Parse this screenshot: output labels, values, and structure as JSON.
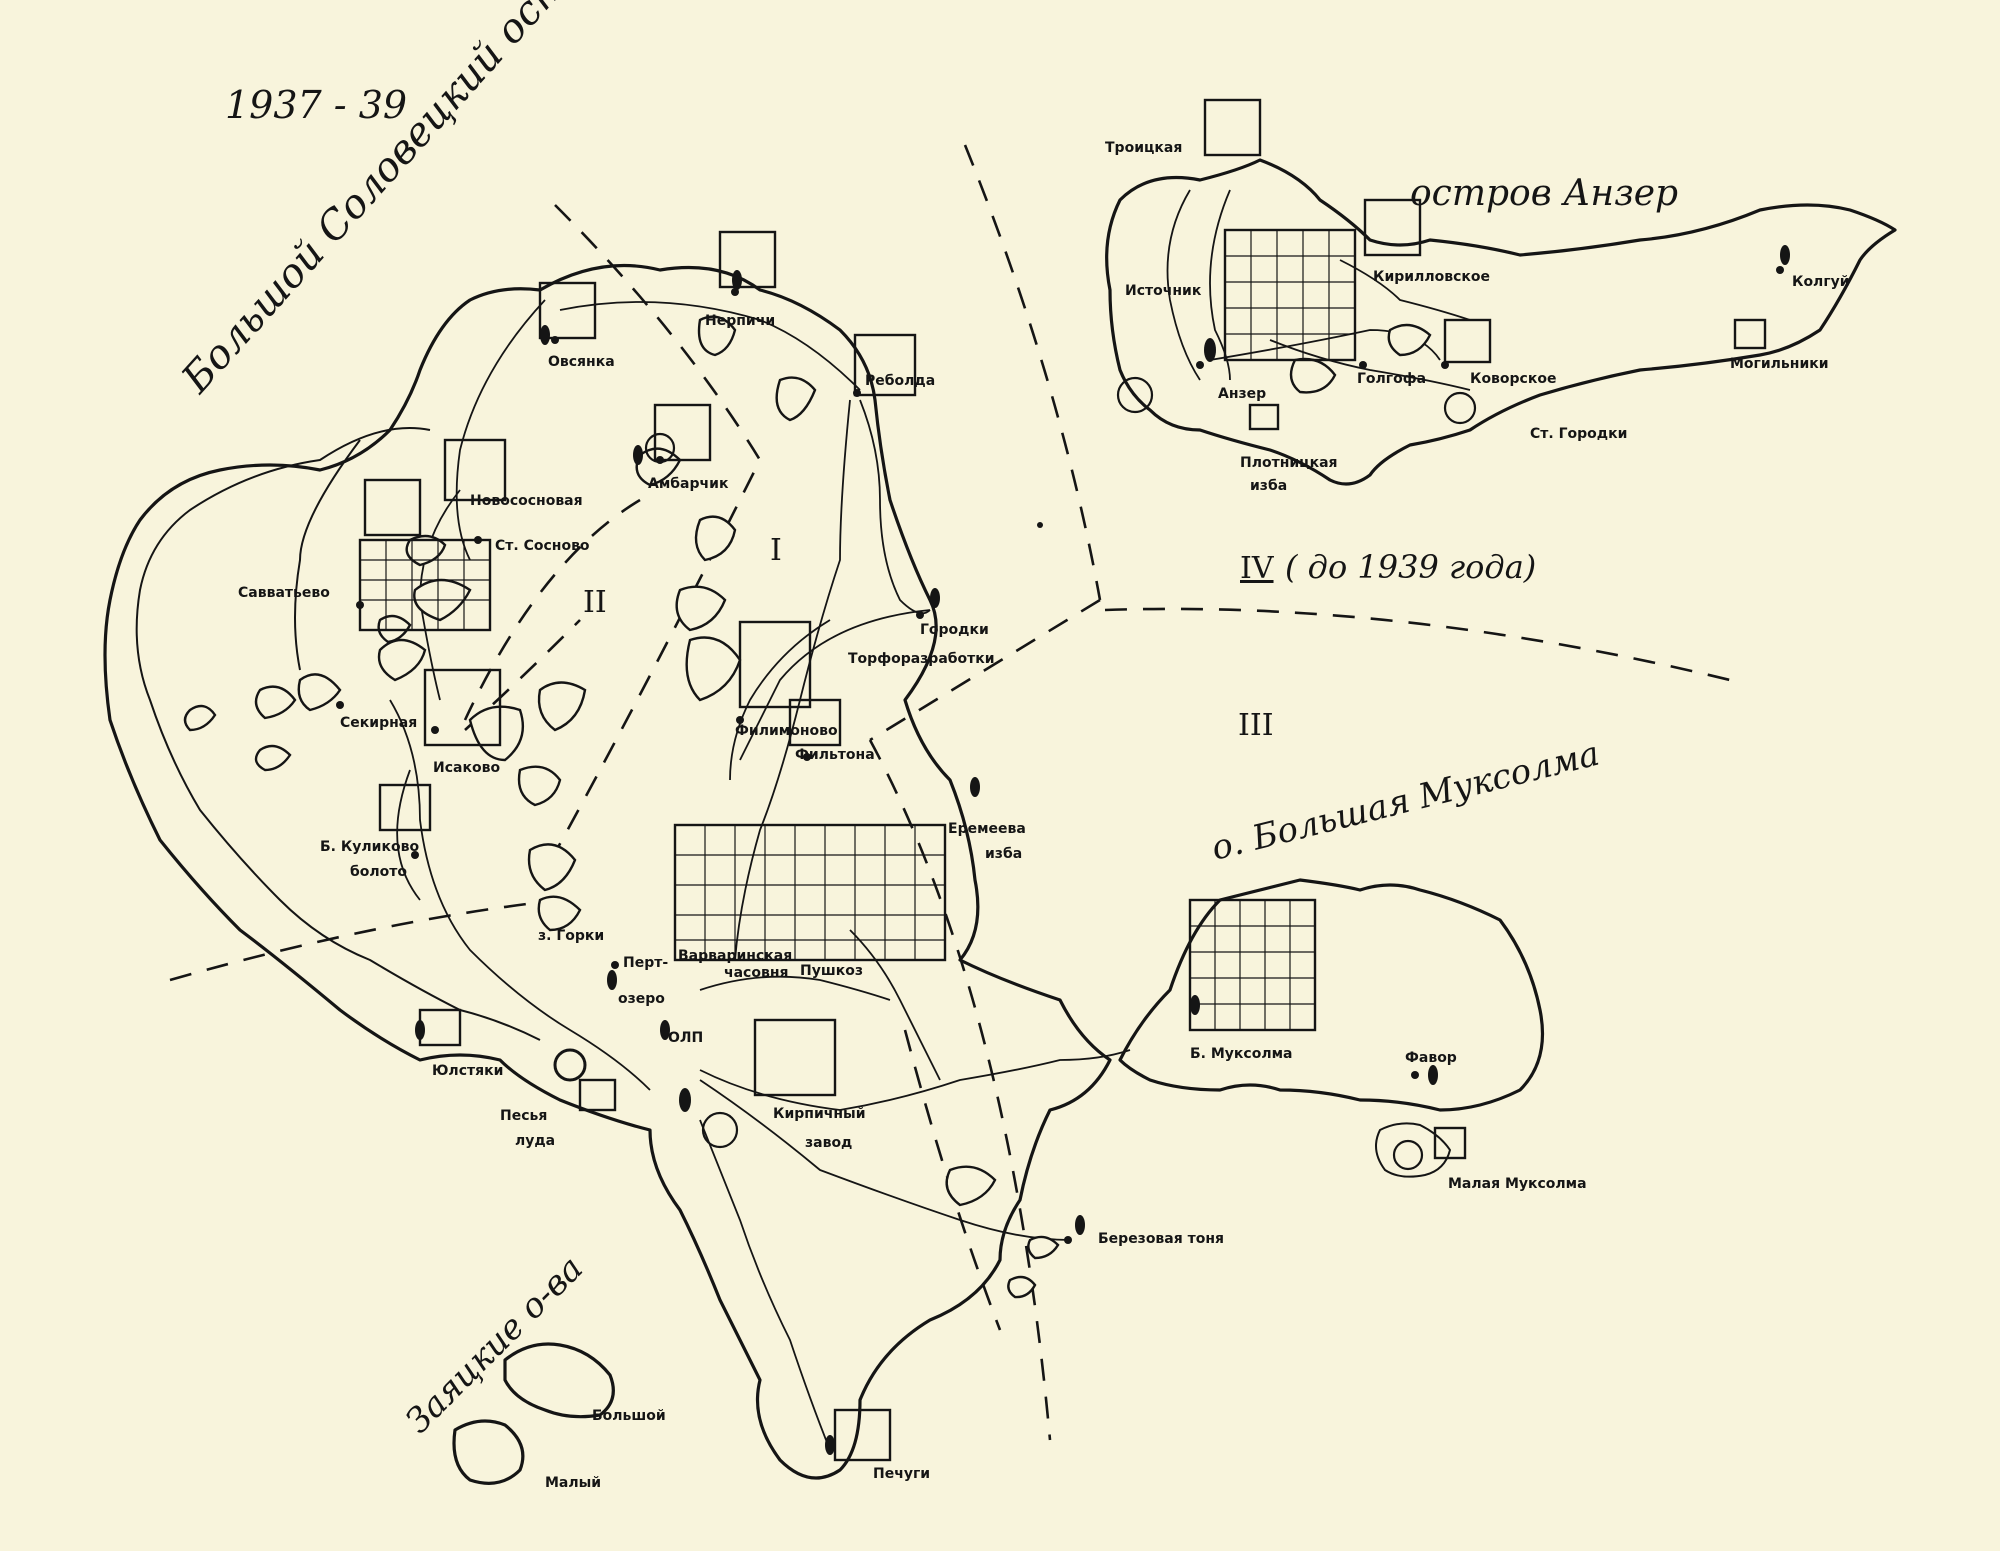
{
  "map": {
    "years": "1937 - 39",
    "islands": {
      "bolshoy_solovetsky": "Большой Соловецкий остров",
      "anzer": "остров Анзер",
      "bolshaya_muksolma": "о. Большая Муксолма",
      "zayatskie": "Заяцкие о-ва"
    },
    "zones": {
      "i": "I",
      "ii": "II",
      "iii": "III",
      "iv": "IV",
      "iv_note": "( до 1939 года)"
    },
    "places": {
      "ovsyanka": "Овсянка",
      "nerpichi": "Нерпичи",
      "rebolda": "Реболда",
      "ambarchik": "Амбарчик",
      "novososnovaya": "Новососновая",
      "st_sosnovo": "Ст. Сосново",
      "savvatyevo": "Савватьево",
      "sekirnaya": "Секирная",
      "isakovo": "Исаково",
      "b_kulikovo_l1": "Б. Куликово",
      "b_kulikovo_l2": "болото",
      "gorodki": "Городки",
      "torforazrabotki": "Торфоразработки",
      "filimonovo": "Филимоново",
      "filtonka": "Фильтона",
      "eremeeva_l1": "Еремеева",
      "eremeeva_l2": "изба",
      "z_gorki": "з. Горки",
      "pert_l1": "Перт-",
      "pert_l2": "озеро",
      "varvarinskaya_l1": "Варваринская",
      "varvarinskaya_l2": "часовня",
      "pushkoy": "Пушкоз",
      "olp": "ОЛП",
      "yugostyaki": "Юлстяки",
      "pesya_l1": "Песья",
      "pesya_l2": "луда",
      "kirpichny_l1": "Кирпичный",
      "kirpichny_l2": "завод",
      "berezovaya": "Березовая тоня",
      "pechugi": "Печуги",
      "bolshoy": "Большой",
      "maly": "Малый",
      "b_muksolma": "Б. Муксолма",
      "favor": "Фавор",
      "malaya_muksolma": "Малая Муксолма",
      "troitskaya": "Троицкая",
      "istochnik": "Источник",
      "kirillovskoe": "Кирилловское",
      "kolguy": "Колгуй",
      "mogilniki": "Могильники",
      "anzer_pl": "Анзер",
      "golgofa": "Голгофа",
      "kovorskoe": "Коворское",
      "st_gorodki": "Ст. Городки",
      "plotnitskaya_l1": "Плотницкая",
      "plotnitskaya_l2": "изба"
    },
    "colors": {
      "ink": "#151515",
      "paper": "#f8f4dc"
    },
    "icons": [
      "square-camp-icon",
      "grid-camp-icon",
      "cemetery-icon",
      "chapel-icon",
      "boat-icon"
    ]
  }
}
